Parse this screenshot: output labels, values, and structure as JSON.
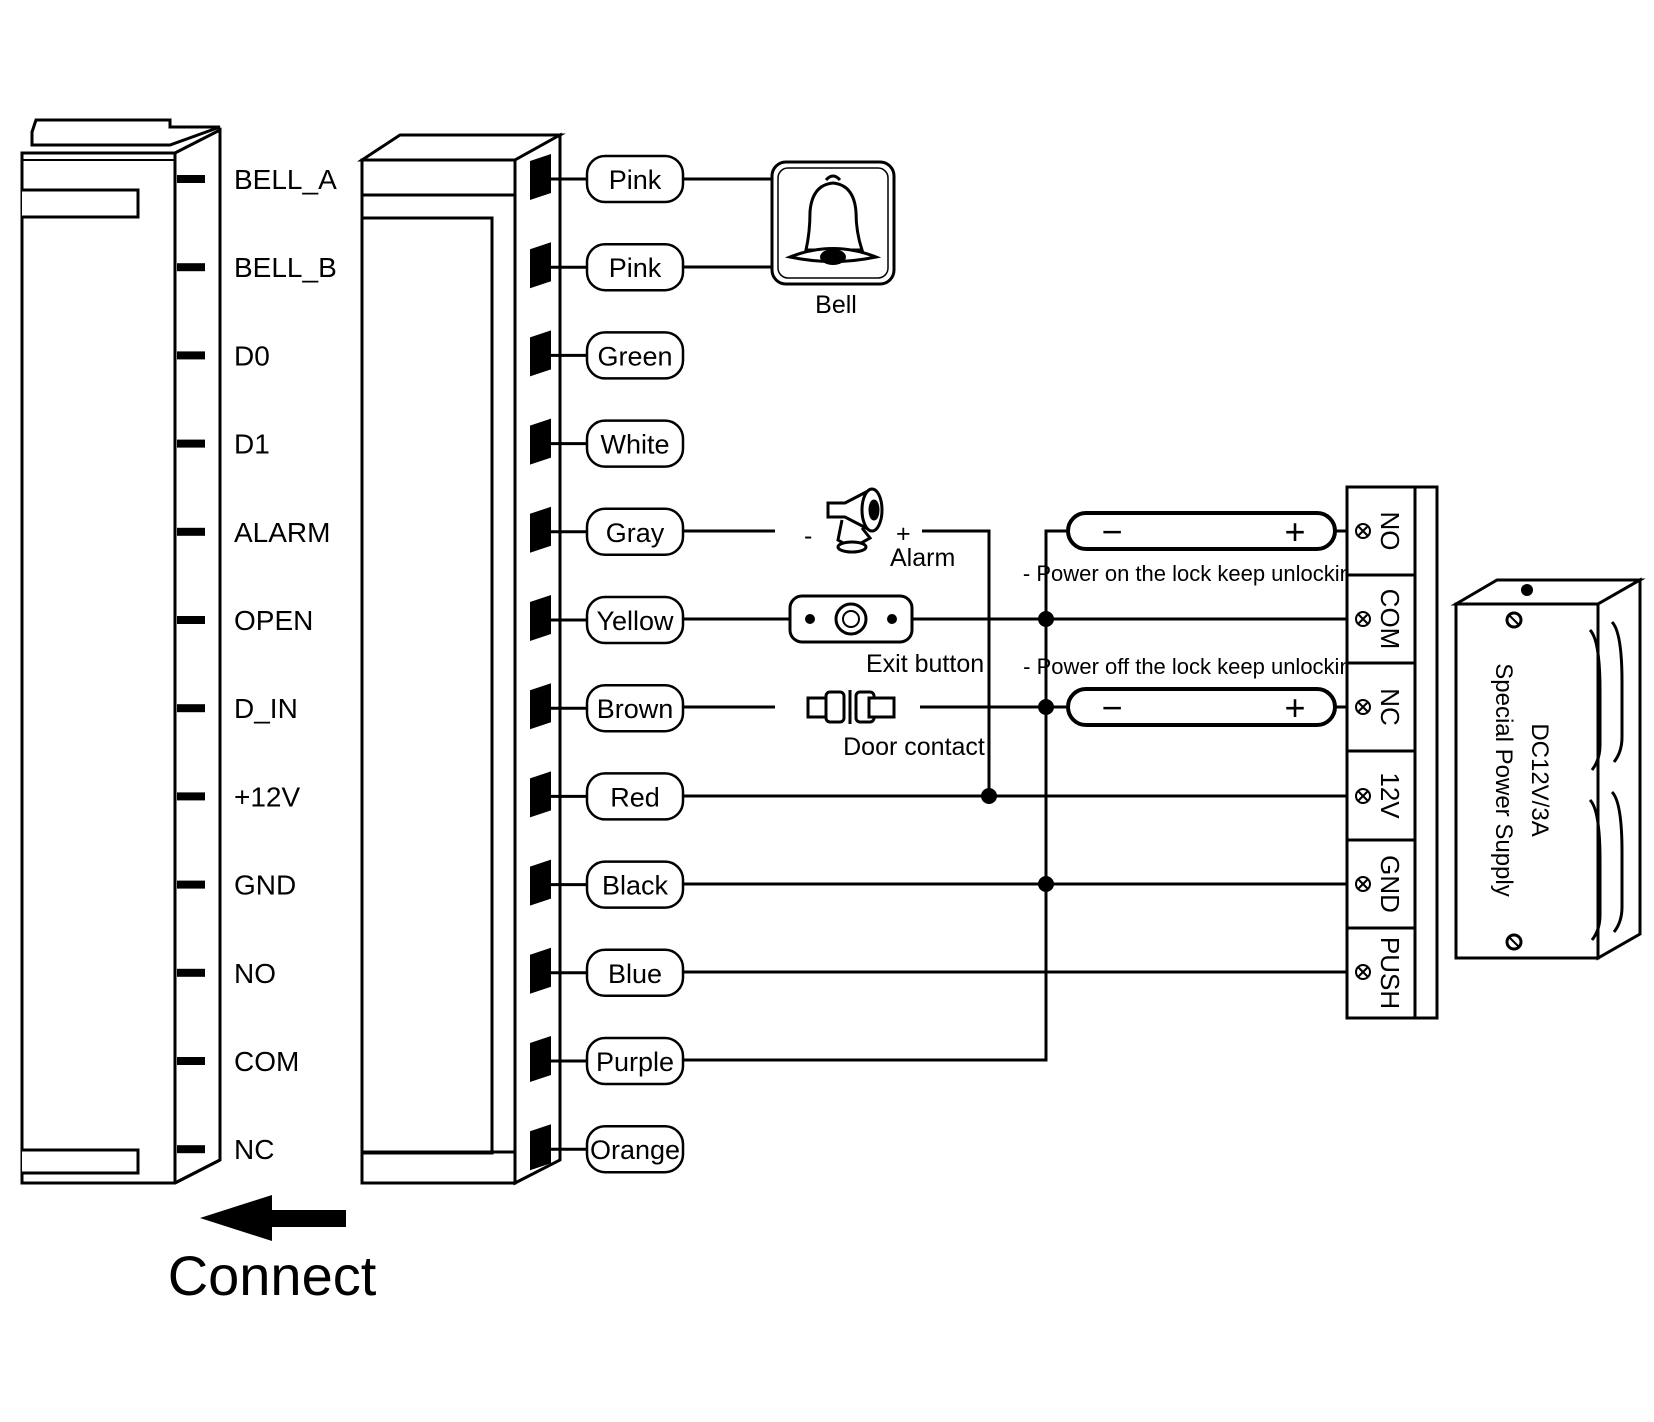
{
  "pins": [
    "BELL_A",
    "BELL_B",
    "D0",
    "D1",
    "ALARM",
    "OPEN",
    "D_IN",
    "+12V",
    "GND",
    "NO",
    "COM",
    "NC"
  ],
  "wires": [
    "Pink",
    "Pink",
    "Green",
    "White",
    "Gray",
    "Yellow",
    "Brown",
    "Red",
    "Black",
    "Blue",
    "Purple",
    "Orange"
  ],
  "connect_label": "Connect",
  "devices": {
    "bell": "Bell",
    "alarm": "Alarm",
    "alarm_minus": "-",
    "alarm_plus": "+",
    "exit_button": "Exit button",
    "door_contact": "Door contact"
  },
  "lock_notes": {
    "power_on": "- Power on the lock keep unlocking +",
    "power_off": "- Power off the lock keep unlocking +",
    "minus": "−",
    "plus": "+"
  },
  "terminals": [
    "NO",
    "COM",
    "NC",
    "12V",
    "GND",
    "PUSH"
  ],
  "power_supply": {
    "line1": "DC12V/3A",
    "line2": "Special Power Supply"
  },
  "colors": {
    "ink": "#000000",
    "background": "#ffffff"
  }
}
